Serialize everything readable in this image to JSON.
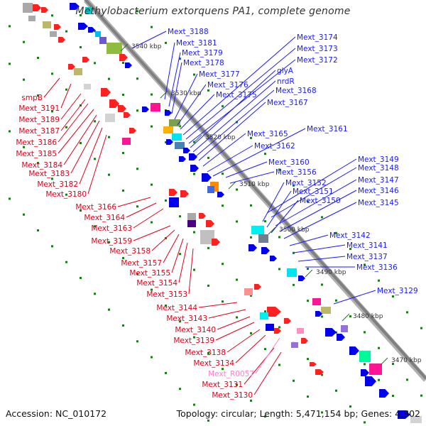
{
  "title": "Methylobacterium extorquens PA1, complete genome",
  "accession": "Accession: NC_010172",
  "summary": "Topology: circular; Length: 5,471,154 bp; Genes: 4,902",
  "colors": {
    "forward_label": "#1a1aff",
    "reverse_label": "#e0001a",
    "rna_label": "#ff7fcf",
    "backbone": "#808080",
    "tick": "#1a7a1a"
  },
  "ticks": [
    "3540 kbp",
    "3530 kbp",
    "3520 kbp",
    "3510 kbp",
    "3500 kbp",
    "3490 kbp",
    "3480 kbp",
    "3470 kbp"
  ],
  "forward_genes": [
    "Mext_3188",
    "Mext_3181",
    "Mext_3179",
    "Mext_3178",
    "Mext_3177",
    "Mext_3176",
    "Mext_3175",
    "Mext_3174",
    "Mext_3173",
    "Mext_3172",
    "glyA",
    "nrdR",
    "Mext_3168",
    "Mext_3167",
    "Mext_3161",
    "Mext_3165",
    "Mext_3162",
    "Mext_3160",
    "Mext_3156",
    "Mext_3149",
    "Mext_3148",
    "Mext_3152",
    "Mext_3147",
    "Mext_3151",
    "Mext_3146",
    "Mext_3150",
    "Mext_3145",
    "Mext_3142",
    "Mext_3141",
    "Mext_3137",
    "Mext_3136",
    "Mext_3129"
  ],
  "reverse_genes": [
    "smpB",
    "Mext_3191",
    "Mext_3189",
    "Mext_3187",
    "Mext_3186",
    "Mext_3185",
    "Mext_3184",
    "Mext_3183",
    "Mext_3182",
    "Mext_3180",
    "Mext_3166",
    "Mext_3164",
    "Mext_3163",
    "Mext_3159",
    "Mext_3158",
    "Mext_3157",
    "Mext_3155",
    "Mext_3154",
    "Mext_3153",
    "Mext_3144",
    "Mext_3143",
    "Mext_3140",
    "Mext_3139",
    "Mext_3138",
    "Mext_3134",
    "Mext_3131",
    "Mext_3130"
  ],
  "rna_genes": [
    "Mext_R0057"
  ]
}
